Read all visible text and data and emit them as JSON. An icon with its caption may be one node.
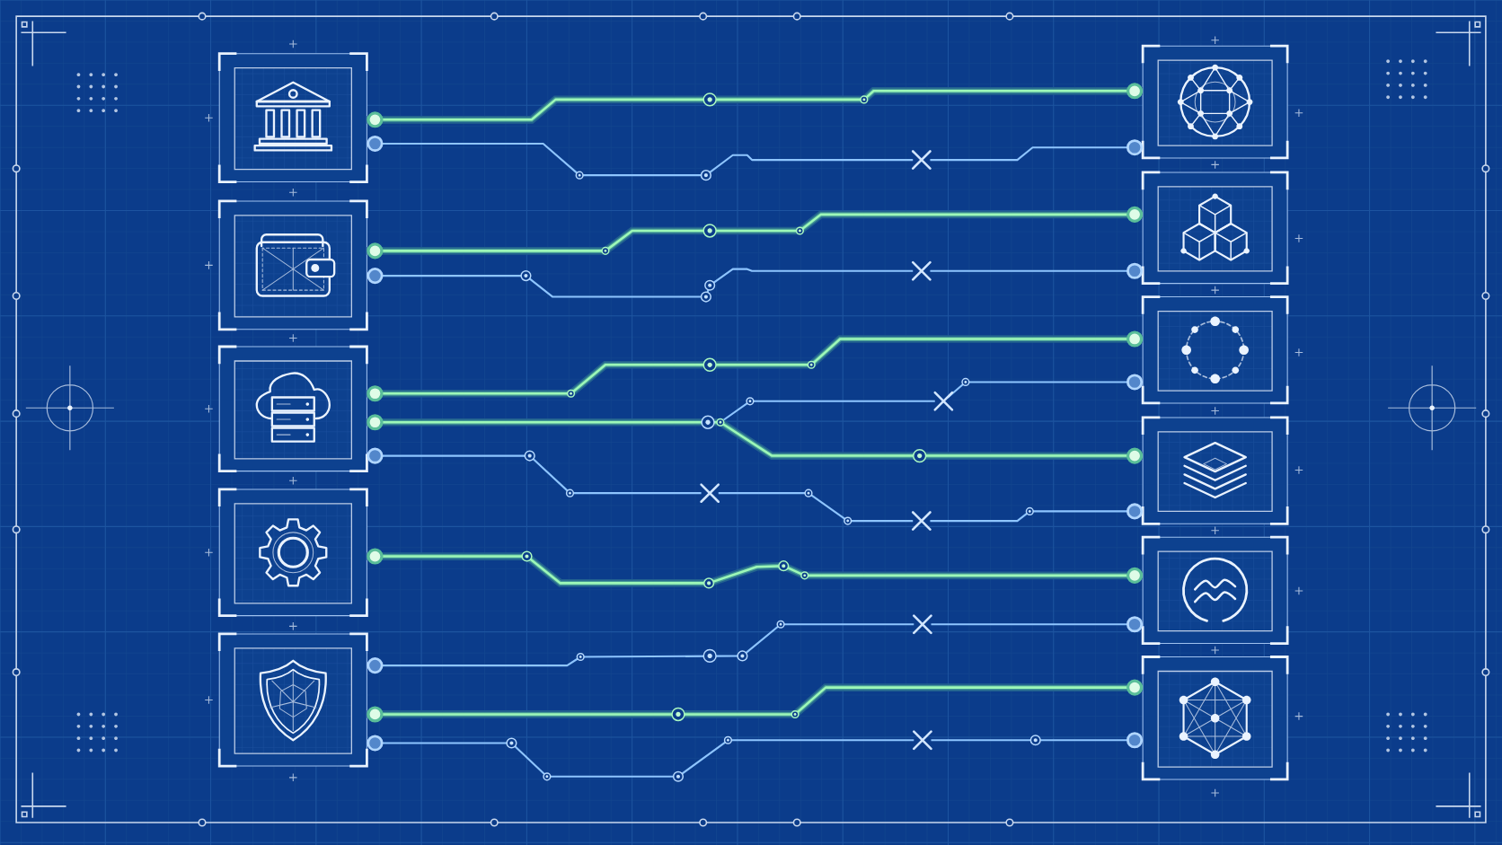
{
  "diagram": {
    "nodes": [
      {
        "text": [],
        "shape": "picture"
      },
      {
        "text": [],
        "shape": "picture"
      },
      {
        "text": [],
        "shape": "picture"
      },
      {
        "text": [],
        "shape": "picture"
      },
      {
        "text": [],
        "shape": "picture"
      },
      {
        "text": [],
        "shape": "picture"
      },
      {
        "text": [],
        "shape": "picture"
      },
      {
        "text": [],
        "shape": "picture"
      },
      {
        "text": [],
        "shape": "picture"
      },
      {
        "text": [],
        "shape": "picture"
      },
      {
        "text": [],
        "shape": "picture"
      }
    ],
    "edges": [
      {
        "from": 0,
        "to": 5,
        "arrow": "other",
        "style": "thick"
      },
      {
        "from": 0,
        "to": 5,
        "arrow": "other",
        "color": "#8ec5ff"
      },
      {
        "from": 1,
        "to": 6,
        "arrow": "other",
        "style": "thick"
      },
      {
        "from": 1,
        "to": 6,
        "arrow": "other",
        "color": "#8ec5ff"
      },
      {
        "from": 2,
        "to": 7,
        "arrow": "other",
        "style": "thick"
      },
      {
        "from": 2,
        "to": 7,
        "arrow": "other",
        "color": "#8ec5ff"
      },
      {
        "from": 2,
        "to": 8,
        "arrow": "other",
        "style": "thick"
      },
      {
        "from": 2,
        "to": 8,
        "arrow": "other",
        "color": "#8ec5ff"
      },
      {
        "from": 3,
        "to": 9,
        "arrow": "other",
        "style": "thick"
      },
      {
        "from": 4,
        "to": 9,
        "arrow": "other",
        "color": "#8ec5ff"
      },
      {
        "from": 4,
        "to": 10,
        "arrow": "other",
        "style": "thick"
      },
      {
        "from": 4,
        "to": 10,
        "arrow": "other",
        "color": "#8ec5ff"
      }
    ]
  }
}
